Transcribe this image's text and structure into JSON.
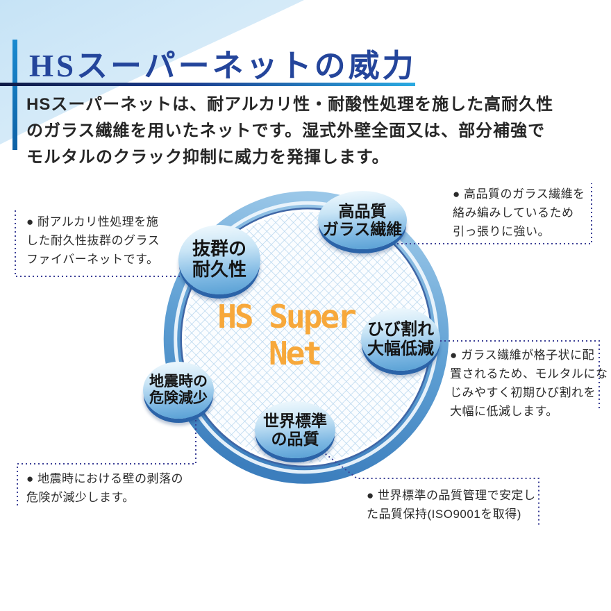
{
  "header": {
    "title": "HSスーパーネットの威力",
    "title_color": "#24459B",
    "accent_bar_color": "#1580C6",
    "underline_colors": [
      "#0F1B46",
      "#2BAAE1"
    ],
    "background_triangle_color": "#CDE6F6",
    "description_lines": [
      "HSスーパーネットは、耐アルカリ性・耐酸性処理を施した高耐久性",
      "のガラス繊維を用いたネットです。湿式外壁全面又は、部分補強で",
      "モルタルのクラック抑制に威力を発揮します。"
    ]
  },
  "diagram": {
    "logo": {
      "line1": "HS Super",
      "line2": "Net",
      "color": "#F7A83B"
    },
    "net": {
      "ring_color": "#5E9FD3",
      "ring_highlight": "#EDF6FC",
      "ring_inner_edge": "#1E4C96",
      "mesh_line_color": "#B7D6EE",
      "mesh_bg_color": "#FBFDFF"
    },
    "connector_color": "#3B3F96",
    "bubbles": [
      {
        "id": "durability",
        "lines": [
          "抜群の",
          "耐久性"
        ]
      },
      {
        "id": "quality-fiber",
        "lines": [
          "高品質",
          "ガラス繊維"
        ]
      },
      {
        "id": "crack-reduction",
        "lines": [
          "ひび割れ",
          "大幅低減"
        ]
      },
      {
        "id": "earthquake",
        "lines": [
          "地震時の",
          "危険減少"
        ]
      },
      {
        "id": "world-standard",
        "lines": [
          "世界標準",
          "の品質"
        ]
      }
    ],
    "callouts": [
      {
        "id": "alkali-resistant",
        "lines": [
          "● 耐アルカリ性処理を施",
          "した耐久性抜群のグラス",
          "ファイバーネットです。"
        ]
      },
      {
        "id": "tensile-strength",
        "lines": [
          "● 高品質のガラス繊維を",
          "絡み編みしているため",
          "引っ張りに強い。"
        ]
      },
      {
        "id": "mortar-crack",
        "lines": [
          "● ガラス繊維が格子状に配",
          "置されるため、モルタルにな",
          "じみやすく初期ひび割れを",
          "大幅に低減します。"
        ]
      },
      {
        "id": "earthquake-risk",
        "lines": [
          "● 地震時における壁の剥落の",
          "危険が減少します。"
        ]
      },
      {
        "id": "iso-quality",
        "lines": [
          "● 世界標準の品質管理で安定し",
          "た品質保持(ISO9001を取得)"
        ]
      }
    ]
  }
}
